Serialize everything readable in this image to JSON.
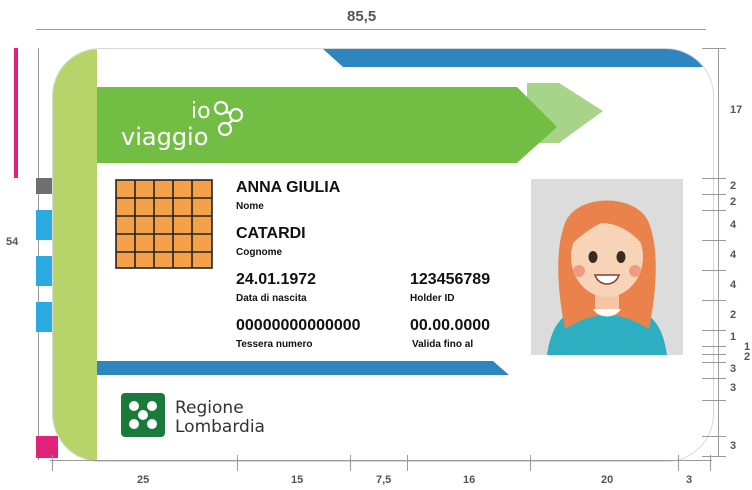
{
  "dimensions": {
    "width_label": "85,5",
    "height_label": "54",
    "bottom": [
      "25",
      "15",
      "7,5",
      "16",
      "20",
      "3"
    ],
    "right": [
      "17",
      "2",
      "2",
      "4",
      "4",
      "4",
      "2",
      "1",
      "1",
      "2",
      "3",
      "3"
    ]
  },
  "card": {
    "logo": {
      "line1": "io",
      "line2": "viaggio"
    },
    "fields": {
      "first_name_value": "ANNA GIULIA",
      "first_name_label": "Nome",
      "last_name_value": "CATARDI",
      "last_name_label": "Cognome",
      "birth_value": "24.01.1972",
      "birth_label": "Data di nascita",
      "holder_value": "123456789",
      "holder_label": "Holder ID",
      "card_number_value": "00000000000000",
      "card_number_label": "Tessera numero",
      "expiry_value": "00.00.0000",
      "expiry_label": "Valida fino al"
    },
    "issuer": {
      "line1": "Regione",
      "line2": "Lombardia"
    }
  },
  "colors": {
    "green": "#72be44",
    "light_green": "#b6d46a",
    "blue": "#2e86c1",
    "orange_chip": "#f4a14a",
    "pink_marker": "#e2237a",
    "cyan_block": "#29abe2",
    "gray_block": "#6f6f6f"
  }
}
